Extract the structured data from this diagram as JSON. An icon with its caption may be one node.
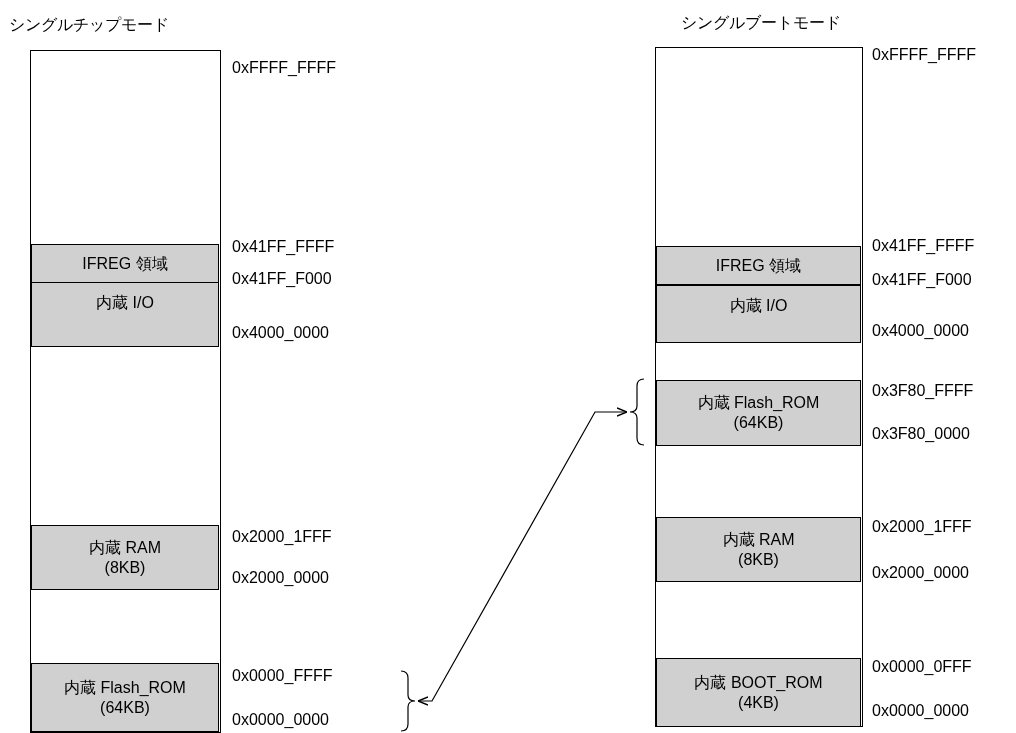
{
  "diagram": {
    "nodes": [
      {
        "text": [
          "シングルチップモード"
        ]
      },
      {
        "text": [
          "IFREG 領域"
        ],
        "in": 0
      },
      {
        "text": [
          "内蔵 I/O"
        ],
        "in": 0
      },
      {
        "text": [
          "内蔵 RAM (8KB)"
        ],
        "in": 0
      },
      {
        "text": [
          "内蔵 Flash_ROM (64KB)"
        ],
        "in": 0
      },
      {
        "text": [
          "シングルブートモード"
        ]
      },
      {
        "text": [
          "IFREG 領域"
        ],
        "in": 5
      },
      {
        "text": [
          "内蔵 I/O"
        ],
        "in": 5
      },
      {
        "text": [
          "内蔵 Flash_ROM (64KB)"
        ],
        "in": 5
      },
      {
        "text": [
          "内蔵 RAM (8KB)"
        ],
        "in": 5
      },
      {
        "text": [
          "内蔵 BOOT_ROM (4KB)"
        ],
        "in": 5
      },
      {
        "text": [],
        "shape": "brace"
      },
      {
        "text": [],
        "shape": "brace"
      }
    ],
    "edges": [
      {
        "from": 11,
        "to": 12,
        "arrow": "both"
      }
    ],
    "labels": [
      "0xFFFF_FFFF",
      "0x41FF_FFFF",
      "0x41FF_F000",
      "0x4000_0000",
      "0x2000_1FFF",
      "0x2000_0000",
      "0x0000_FFFF",
      "0x0000_0000",
      "0xFFFF_FFFF",
      "0x41FF_FFFF",
      "0x41FF_F000",
      "0x4000_0000",
      "0x3F80_FFFF",
      "0x3F80_0000",
      "0x2000_1FFF",
      "0x2000_0000",
      "0x0000_0FFF",
      "0x0000_0000"
    ]
  }
}
